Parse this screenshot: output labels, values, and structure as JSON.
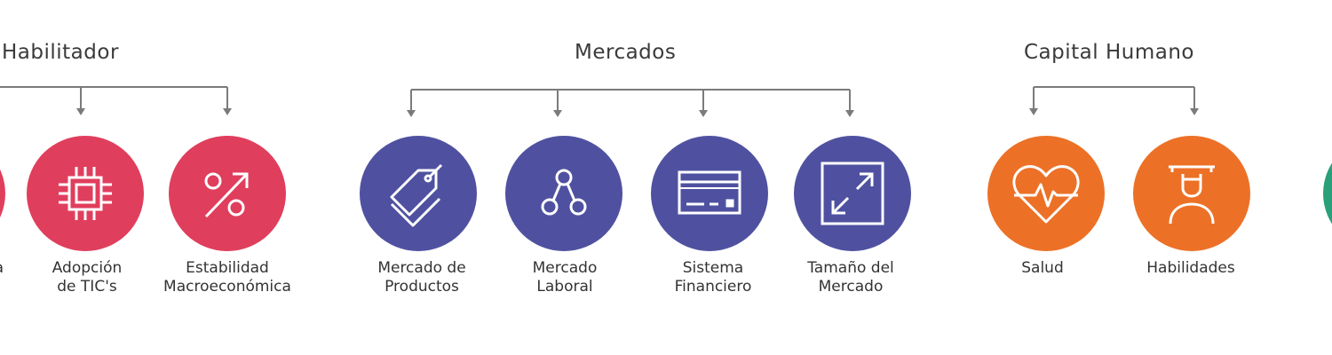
{
  "colors": {
    "red": "#e03e5d",
    "blue": "#4f51a0",
    "orange": "#ec7127",
    "green": "#2aa07a",
    "line": "#7b7b7b"
  },
  "groups": {
    "habilitador": {
      "title": "Habilitador",
      "items": [
        {
          "icon": "chip-icon",
          "line1": "Adopción",
          "line2": "de TIC's"
        },
        {
          "icon": "percent-icon",
          "line1": "Estabilidad",
          "line2": "Macroeconómica"
        }
      ],
      "partial_label": "a"
    },
    "mercados": {
      "title": "Mercados",
      "items": [
        {
          "icon": "price-tag-icon",
          "line1": "Mercado de",
          "line2": "Productos"
        },
        {
          "icon": "network-nodes-icon",
          "line1": "Mercado",
          "line2": "Laboral"
        },
        {
          "icon": "credit-card-icon",
          "line1": "Sistema",
          "line2": "Financiero"
        },
        {
          "icon": "expand-arrows-icon",
          "line1": "Tamaño del",
          "line2": "Mercado"
        }
      ]
    },
    "capital_humano": {
      "title": "Capital Humano",
      "items": [
        {
          "icon": "heart-pulse-icon",
          "line1": "Salud"
        },
        {
          "icon": "graduate-icon",
          "line1": "Habilidades"
        }
      ]
    }
  }
}
